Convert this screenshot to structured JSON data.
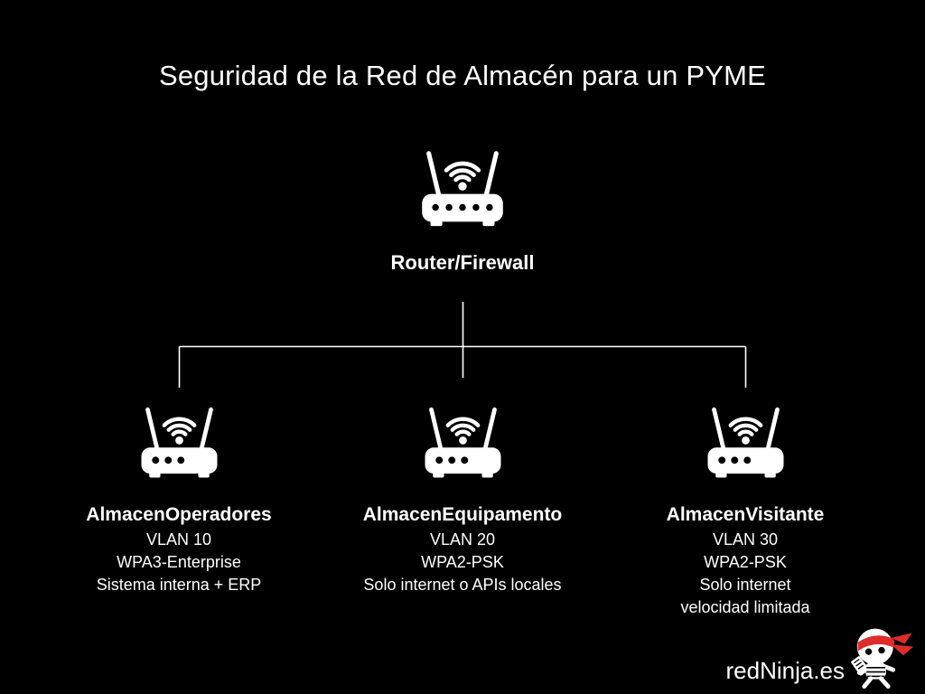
{
  "theme": {
    "background": "#000000",
    "foreground": "#ffffff",
    "accent": "#e02b2b"
  },
  "title": "Seguridad de la Red de Almacén para un PYME",
  "diagram": {
    "root": {
      "label": "Router/Firewall",
      "icon": "wifi-router-icon"
    },
    "nodes": [
      {
        "name": "AlmacenOperadores",
        "icon": "wifi-router-icon",
        "details": [
          "VLAN 10",
          "WPA3-Enterprise",
          "Sistema interna + ERP"
        ]
      },
      {
        "name": "AlmacenEquipamento",
        "icon": "wifi-router-icon",
        "details": [
          "VLAN 20",
          "WPA2-PSK",
          "Solo internet o APIs locales"
        ]
      },
      {
        "name": "AlmacenVisitante",
        "icon": "wifi-router-icon",
        "details": [
          "VLAN 30",
          "WPA2-PSK",
          "Solo internet",
          "velocidad limitada"
        ]
      }
    ]
  },
  "branding": {
    "site": "redNinja.es",
    "logo": "ninja-mascot-icon"
  }
}
